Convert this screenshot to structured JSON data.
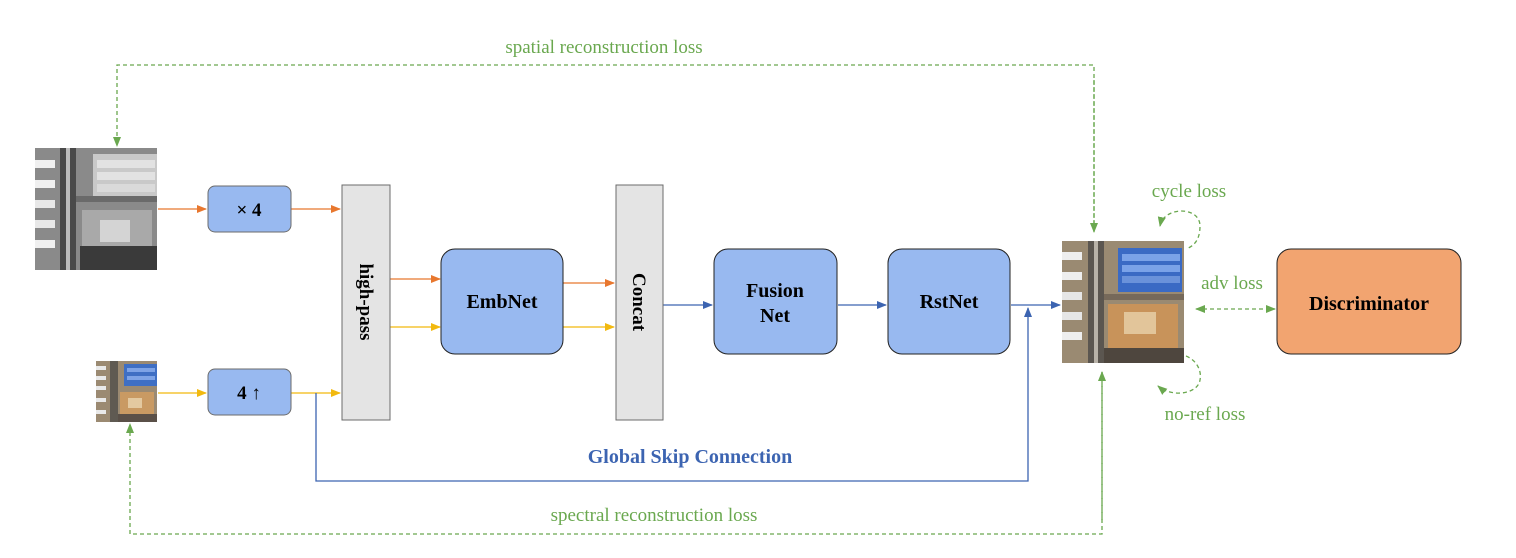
{
  "labels": {
    "spatial_loss": "spatial reconstruction loss",
    "spectral_loss": "spectral reconstruction loss",
    "global_skip": "Global Skip Connection",
    "cycle_loss": "cycle loss",
    "adv_loss": "adv loss",
    "noref_loss": "no-ref loss"
  },
  "blocks": {
    "times4": "× 4",
    "up4": "4 ↑",
    "highpass": "high-pass",
    "embnet": "EmbNet",
    "concat": "Concat",
    "fusion_line1": "Fusion",
    "fusion_line2": "Net",
    "rstnet": "RstNet",
    "discriminator": "Discriminator"
  },
  "colors": {
    "orange_arrow": "#e8772e",
    "yellow_arrow": "#f2b90f",
    "blue_arrow": "#3c64b1",
    "green_loss": "#6aa84f",
    "block_blue": "#98b9f0",
    "block_gray": "#e4e4e4",
    "discriminator_fill": "#f2a470"
  }
}
